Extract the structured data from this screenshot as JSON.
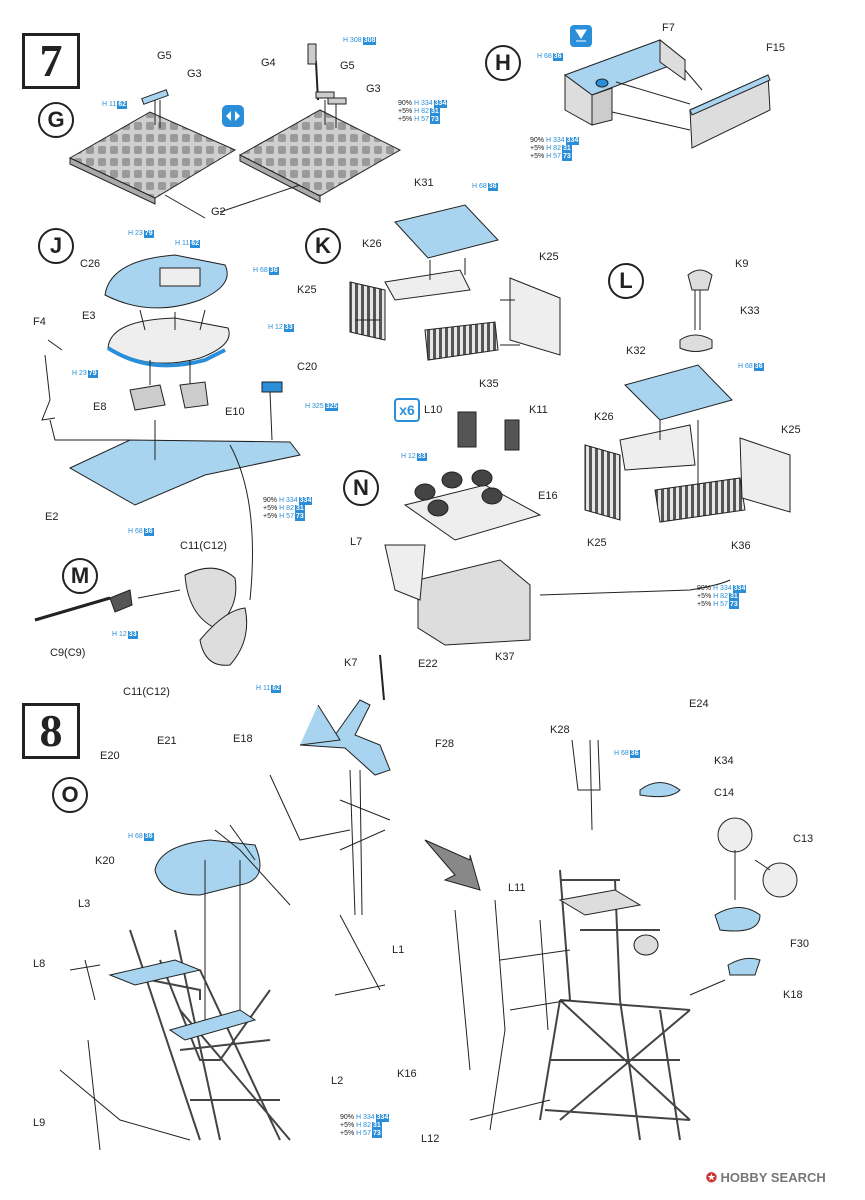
{
  "steps": {
    "s7": "7",
    "s8": "8"
  },
  "subs": {
    "G": "G",
    "H": "H",
    "J": "J",
    "K": "K",
    "L": "L",
    "M": "M",
    "N": "N",
    "O": "O"
  },
  "multiplier": "x6",
  "paint": {
    "h308": {
      "code": "H 308",
      "num": "308"
    },
    "h11": {
      "code": "H 11",
      "num": "62"
    },
    "h68": {
      "code": "H 68",
      "num": "36"
    },
    "h23": {
      "code": "H 23",
      "num": "79"
    },
    "h12": {
      "code": "H 12",
      "num": "33"
    },
    "h325": {
      "code": "H 325",
      "num": "325"
    },
    "mix_pct1": "90%",
    "mix_pct2": "+5%",
    "mix_pct3": "+5%",
    "mix_c1": {
      "code": "H 334",
      "num": "334"
    },
    "mix_c2": {
      "code": "H 82",
      "num": "31"
    },
    "mix_c3": {
      "code": "H 57",
      "num": "73"
    }
  },
  "labels": {
    "G5a": "G5",
    "G3a": "G3",
    "G4": "G4",
    "G5b": "G5",
    "G3b": "G3",
    "G2": "G2",
    "F7": "F7",
    "F15": "F15",
    "C26": "C26",
    "E3": "E3",
    "F4": "F4",
    "C20": "C20",
    "E8": "E8",
    "E10": "E10",
    "E2": "E2",
    "K31": "K31",
    "K26a": "K26",
    "K25a": "K25",
    "K25b": "K25",
    "K35": "K35",
    "K9": "K9",
    "K33": "K33",
    "K32": "K32",
    "K26b": "K26",
    "K25c": "K25",
    "K25d": "K25",
    "K36": "K36",
    "L10": "L10",
    "K11": "K11",
    "E16": "E16",
    "L7": "L7",
    "K37": "K37",
    "C11a": "C11(C12)",
    "C9": "C9(C9)",
    "C11b": "C11(C12)",
    "K7": "K7",
    "E22": "E22",
    "F28": "F28",
    "E20": "E20",
    "E21": "E21",
    "E18": "E18",
    "K20": "K20",
    "L3": "L3",
    "L8": "L8",
    "L1": "L1",
    "L2": "L2",
    "L9": "L9",
    "K28": "K28",
    "E24": "E24",
    "K34": "K34",
    "C14": "C14",
    "C13": "C13",
    "L11": "L11",
    "F30": "F30",
    "K18": "K18",
    "K16": "K16",
    "L12": "L12"
  },
  "watermark": "HOBBY SEARCH",
  "colors": {
    "part_blue": "#a8d4ef",
    "paint_blue": "#2a8fd8",
    "grey": "#d8d8d8",
    "line": "#222222"
  }
}
